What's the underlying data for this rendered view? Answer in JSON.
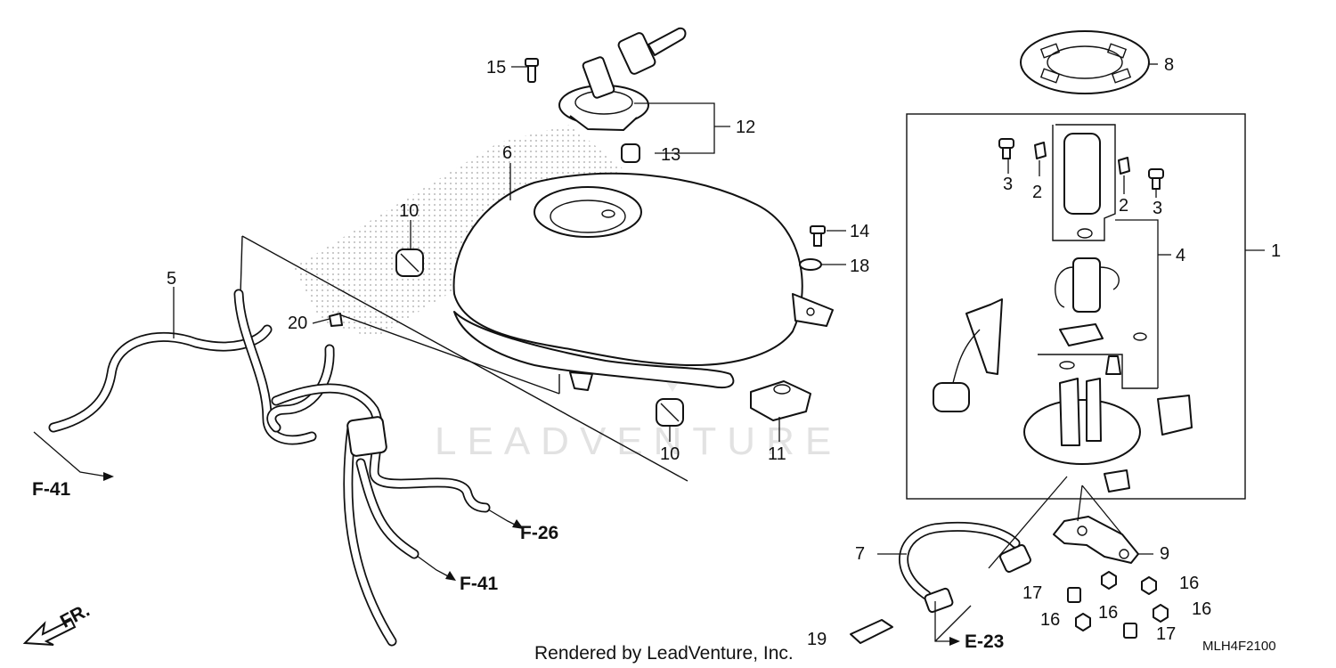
{
  "callouts": {
    "n1": "1",
    "n2a": "2",
    "n2b": "2",
    "n3a": "3",
    "n3b": "3",
    "n4": "4",
    "n5": "5",
    "n6": "6",
    "n7": "7",
    "n8": "8",
    "n9": "9",
    "n10a": "10",
    "n10b": "10",
    "n11": "11",
    "n12": "12",
    "n13": "13",
    "n14": "14",
    "n15": "15",
    "n16a": "16",
    "n16b": "16",
    "n16c": "16",
    "n16d": "16",
    "n17a": "17",
    "n17b": "17",
    "n18": "18",
    "n19": "19",
    "n20": "20"
  },
  "references": {
    "f41_left": "F-41",
    "f26": "F-26",
    "f41_lower": "F-41",
    "e23": "E-23",
    "front": "FR."
  },
  "watermark": "LEADVENTURE",
  "footer": {
    "rendered_by": "Rendered by LeadVenture, Inc.",
    "diagram_code": "MLH4F2100"
  }
}
